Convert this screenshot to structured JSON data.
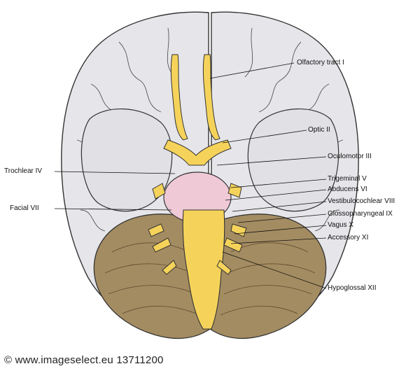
{
  "labels": {
    "olfactory": "Olfactory tract I",
    "optic": "Optic II",
    "oculomotor": "Oculomotor III",
    "trochlear": "Trochlear IV",
    "trigeminal": "Trigeminal V",
    "abducens": "Abducens VI",
    "facial": "Facial VII",
    "vestibulocochlear": "Vestibulocochlear VIII",
    "glossopharyngeal": "Glossopharyngeal IX",
    "vagus": "Vagus X",
    "accessory": "Accessory XI",
    "hypoglossal": "Hypoglossal XII"
  },
  "watermark": "© www.imageselect.eu 13711200",
  "colors": {
    "cerebrum": "#e6e6ea",
    "cerebellum": "#a48c62",
    "nerve": "#f5d35a",
    "pons": "#efc9d6",
    "outline": "#333333"
  }
}
